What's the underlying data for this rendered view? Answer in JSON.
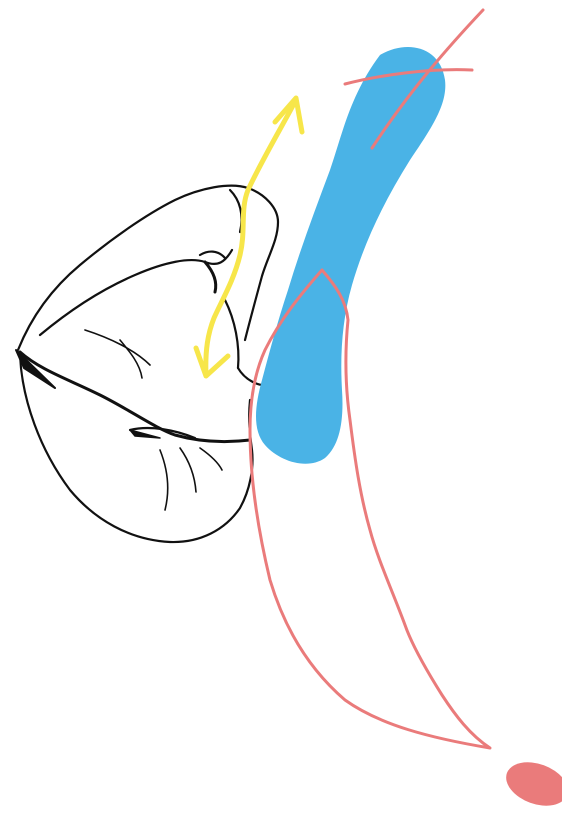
{
  "colors": {
    "background": "#ffffff",
    "outline": "#111111",
    "blue_stroke": "#4ab3e6",
    "yellow_arrow": "#f7e64a",
    "red_line": "#ea7b7b"
  },
  "elements": {
    "lips_drawing": "lips-illustration",
    "blue_shape": "blue-brush-stroke",
    "yellow_arrow": "yellow-double-arrow",
    "red_shape": "red-outline-shape",
    "red_cross": "red-cross-mark",
    "red_dot": "red-ellipse"
  }
}
